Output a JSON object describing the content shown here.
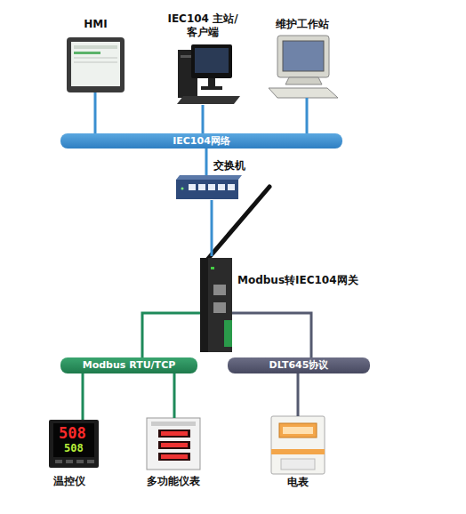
{
  "diagram": {
    "nodes": [
      {
        "text": [
          "HMI"
        ]
      },
      {
        "text": [
          "IEC104 主站/客户端"
        ]
      },
      {
        "text": [
          "维护工作站"
        ]
      },
      {
        "text": [
          "IEC104网络"
        ]
      },
      {
        "text": [
          "交换机"
        ]
      },
      {
        "text": [
          "Modbus转IEC104网关"
        ]
      },
      {
        "text": [
          "Modbus RTU/TCP"
        ]
      },
      {
        "text": [
          "DLT645协议"
        ]
      },
      {
        "text": [
          "温控仪"
        ]
      },
      {
        "text": [
          "多功能仪表"
        ]
      },
      {
        "text": [
          "电表"
        ]
      }
    ],
    "edges": [
      {
        "from": 0,
        "to": 3,
        "arrow": "none"
      },
      {
        "from": 1,
        "to": 3,
        "arrow": "none"
      },
      {
        "from": 2,
        "to": 3,
        "arrow": "none"
      },
      {
        "from": 3,
        "to": 4,
        "arrow": "none"
      },
      {
        "from": 4,
        "to": 5,
        "arrow": "none"
      },
      {
        "from": 5,
        "to": 6,
        "arrow": "none"
      },
      {
        "from": 5,
        "to": 7,
        "arrow": "none"
      },
      {
        "from": 6,
        "to": 8,
        "arrow": "none"
      },
      {
        "from": 6,
        "to": 9,
        "arrow": "none"
      },
      {
        "from": 7,
        "to": 10,
        "arrow": "none"
      }
    ],
    "labels": [
      "508",
      "508"
    ]
  }
}
